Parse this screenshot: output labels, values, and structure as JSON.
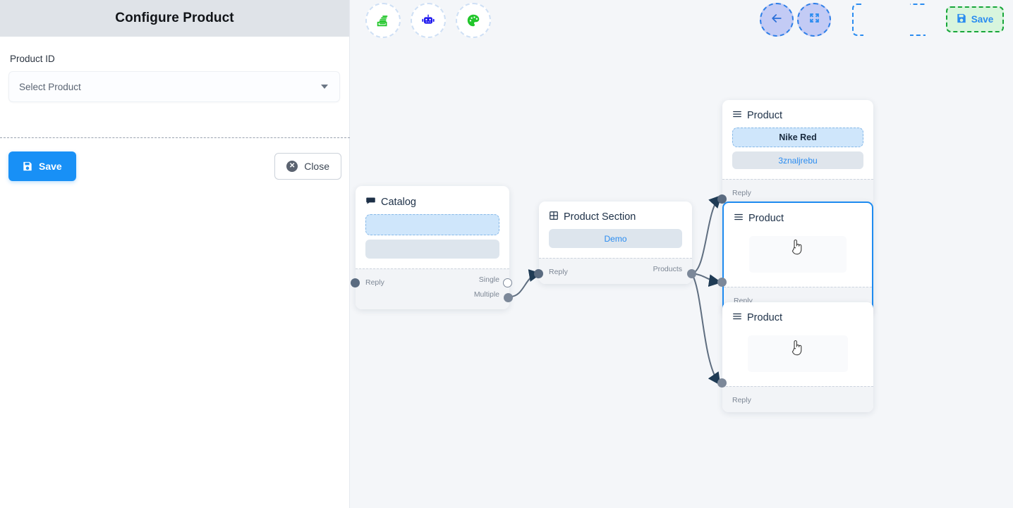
{
  "sidebar": {
    "title": "Configure Product",
    "field_label": "Product ID",
    "select_placeholder": "Select Product",
    "save_label": "Save",
    "close_label": "Close",
    "save_icon": "floppy-disk-icon",
    "close_icon": "x-circle-icon",
    "caret_icon": "chevron-down-icon"
  },
  "toolbar": {
    "left_buttons": [
      {
        "name": "stack-icon",
        "color": "#22c62b"
      },
      {
        "name": "robot-icon",
        "color": "#1b14ee"
      },
      {
        "name": "palette-icon",
        "color": "#22c62b"
      }
    ],
    "back_icon": "arrow-left-icon",
    "compress_icon": "compress-arrows-icon",
    "empty_slot_label": "",
    "save_label": "Save",
    "save_icon": "floppy-disk-icon"
  },
  "colors": {
    "canvas_bg": "#f4f6f9",
    "primary_blue": "#1890f6",
    "accent_blue": "#2a8cf0",
    "green_save_border": "#18a63a",
    "green_save_bg": "#d8f5dd",
    "selected_node_border": "#1e8bf0",
    "port_dot": "#7c8899",
    "edge_stroke": "#5f6e80",
    "header_bg": "#dfe3e8"
  },
  "nodes": [
    {
      "id": "catalog",
      "title": "Catalog",
      "icon": "chat-bubble-icon",
      "selected": false,
      "slots": [
        {
          "type": "dashed-blue",
          "text": ""
        },
        {
          "type": "grey",
          "text": ""
        }
      ],
      "ports_left": [
        "Reply"
      ],
      "ports_right": [
        "Single",
        "Multiple"
      ]
    },
    {
      "id": "product-section",
      "title": "Product Section",
      "icon": "table-grid-icon",
      "selected": false,
      "slots": [
        {
          "type": "grey",
          "text": "Demo"
        }
      ],
      "ports_left": [
        "Reply"
      ],
      "ports_right": [
        "Products"
      ]
    },
    {
      "id": "product-1",
      "title": "Product",
      "icon": "list-lines-icon",
      "selected": false,
      "slots": [
        {
          "type": "dashed-blue",
          "text": "Nike Red"
        },
        {
          "type": "grey",
          "text": "3znaljrebu"
        }
      ],
      "ports_left": [
        "Reply"
      ],
      "ports_right": []
    },
    {
      "id": "product-2",
      "title": "Product",
      "icon": "list-lines-icon",
      "selected": true,
      "slots": [],
      "cursor": "pointer-hand-cursor",
      "ports_left": [
        "Reply"
      ],
      "ports_right": []
    },
    {
      "id": "product-3",
      "title": "Product",
      "icon": "list-lines-icon",
      "selected": false,
      "slots": [],
      "cursor": "pointer-hand-cursor",
      "ports_left": [
        "Reply"
      ],
      "ports_right": []
    }
  ],
  "edges": [
    {
      "from": "catalog.Multiple",
      "to": "product-section.Reply"
    },
    {
      "from": "product-section.Products",
      "to": "product-1.Reply"
    },
    {
      "from": "product-section.Products",
      "to": "product-2.Reply"
    },
    {
      "from": "product-section.Products",
      "to": "product-3.Reply"
    }
  ]
}
